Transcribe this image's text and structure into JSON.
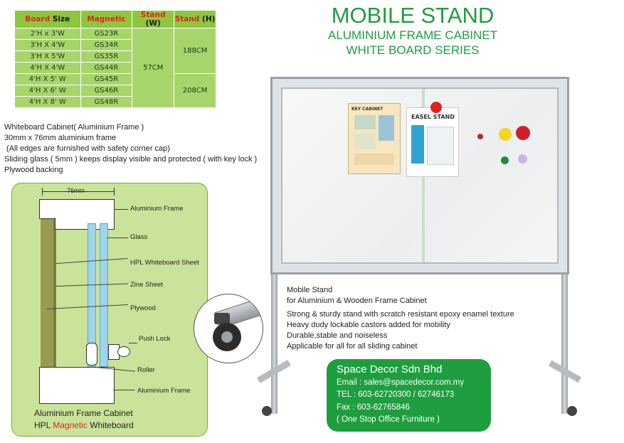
{
  "table": {
    "headers": {
      "board": "Board",
      "size": "Size",
      "magnetic": "Magnetic",
      "stand_w_a": "Stand",
      "stand_w_b": "(W)",
      "stand_h_a": "Stand",
      "stand_h_b": "(H)"
    },
    "rows": [
      {
        "size": "2'H x 3'W",
        "code": "GS23R"
      },
      {
        "size": "3'H X 4'W",
        "code": "GS34R"
      },
      {
        "size": "3'H X 5'W",
        "code": "GS35R"
      },
      {
        "size": "4'H X 4'W",
        "code": "GS44R"
      },
      {
        "size": "4'H X 5' W",
        "code": "GS45R"
      },
      {
        "size": "4'H X 6' W",
        "code": "GS46R"
      },
      {
        "size": "4'H X 8' W",
        "code": "GS48R"
      }
    ],
    "stand_w": "57CM",
    "stand_h_1": "188CM",
    "stand_h_2": "208CM"
  },
  "title": {
    "line1": "MOBILE STAND",
    "line2": "ALUMINIUM FRAME CABINET",
    "line3": "WHITE BOARD SERIES"
  },
  "specs": [
    "Whiteboard Cabinet( Aluminium Frame )",
    "30mm x 76mm aluminium frame",
    " (All edges are furnished with safety corner cap)",
    "Sliding glass ( 5mm ) keeps display visible and protected ( with key lock )",
    "Plywood backing"
  ],
  "diagram": {
    "dimension": "76mm",
    "labels": {
      "aluminium_frame_top": "Aluminium Frame",
      "glass": "Glass",
      "hpl": "HPL Whiteboard Sheet",
      "zine": "Zine Sheet",
      "plywood": "Plywood",
      "push_lock": "Push Lock",
      "roller": "Roller",
      "aluminium_frame_bottom": "Aluminium Frame"
    },
    "caption1": "Aluminium Frame Cabinet",
    "caption2_a": "HPL ",
    "caption2_b": "Magnetic",
    "caption2_c": " Whiteboard"
  },
  "posters": {
    "key_cabinet": "KEY CABINET",
    "easel_stand": "EASEL STAND"
  },
  "mobile": {
    "heading": "Mobile Stand",
    "subheading": "for Aluminium & Wooden Frame Cabinet",
    "features": [
      "Strong & sturdy stand with scratch resistant epoxy enamel texture",
      "Heavy dudy lockable castors added for mobility",
      "Durable,stable and noiseless",
      "Applicable for all for all sliding cabinet"
    ]
  },
  "company": {
    "name": "Space Decor Sdn Bhd",
    "email": "Email : sales@spacedecor.com.my",
    "tel": "TEL : 603-62720300 / 62746173",
    "fax": "Fax : 603-62765846",
    "tagline": "( One Stop Office Furniture )"
  },
  "colors": {
    "brand_green": "#1e9e3e",
    "table_green": "#a8d46c",
    "header_red": "#e0261b",
    "diagram_bg": "#c9e39a"
  }
}
